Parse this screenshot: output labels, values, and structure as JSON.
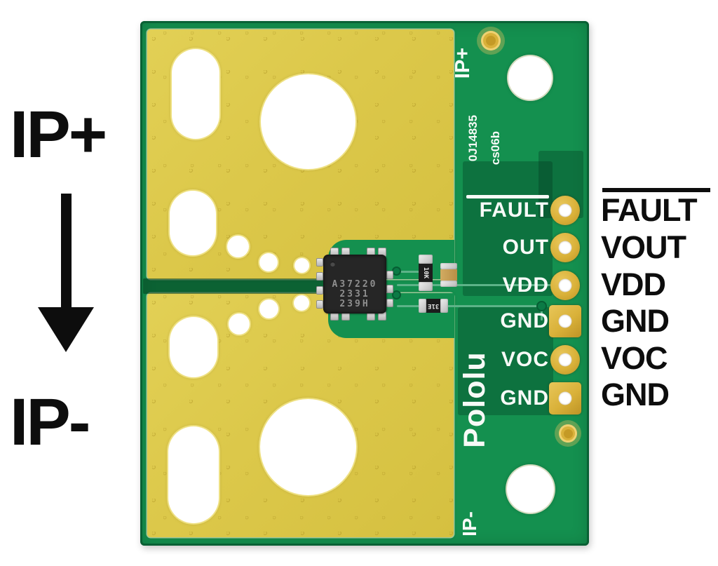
{
  "figure": {
    "description": "Pololu ACS37220 current sensor carrier board pinout photo",
    "colors": {
      "soldermask_green": "#14904f",
      "copper_yellow": "#dcc84a",
      "pad_gold": "#d9b139",
      "silkscreen_white": "#f7faf7",
      "annotation_black": "#0d0d0d",
      "board_slot_dark": "#0a5c33"
    }
  },
  "annotations": {
    "left": {
      "top_label": "IP+",
      "arrow_icon": "down-arrow",
      "bottom_label": "IP-"
    },
    "right": {
      "pins": [
        {
          "label": "FAULT",
          "overline": true
        },
        {
          "label": "VOUT",
          "overline": false
        },
        {
          "label": "VDD",
          "overline": false
        },
        {
          "label": "GND",
          "overline": false
        },
        {
          "label": "VOC",
          "overline": false
        },
        {
          "label": "GND",
          "overline": false
        }
      ]
    }
  },
  "board": {
    "silkscreen": {
      "ip_plus": "IP+",
      "part_number": "0J14835",
      "revision": "cs06b",
      "logo": "Pololu",
      "ip_minus": "IP-",
      "pin_labels": [
        {
          "label": "FAULT",
          "overline": true,
          "pad": "round"
        },
        {
          "label": "OUT",
          "overline": false,
          "pad": "round"
        },
        {
          "label": "VDD",
          "overline": false,
          "pad": "round"
        },
        {
          "label": "GND",
          "overline": false,
          "pad": "square"
        },
        {
          "label": "VOC",
          "overline": false,
          "pad": "round"
        },
        {
          "label": "GND",
          "overline": false,
          "pad": "square"
        }
      ]
    },
    "ic": {
      "marking_lines": [
        "A37220",
        "2331",
        "239H"
      ]
    },
    "components": {
      "resistor_top_marking": "10K",
      "resistor_bottom_marking": "31E"
    }
  }
}
